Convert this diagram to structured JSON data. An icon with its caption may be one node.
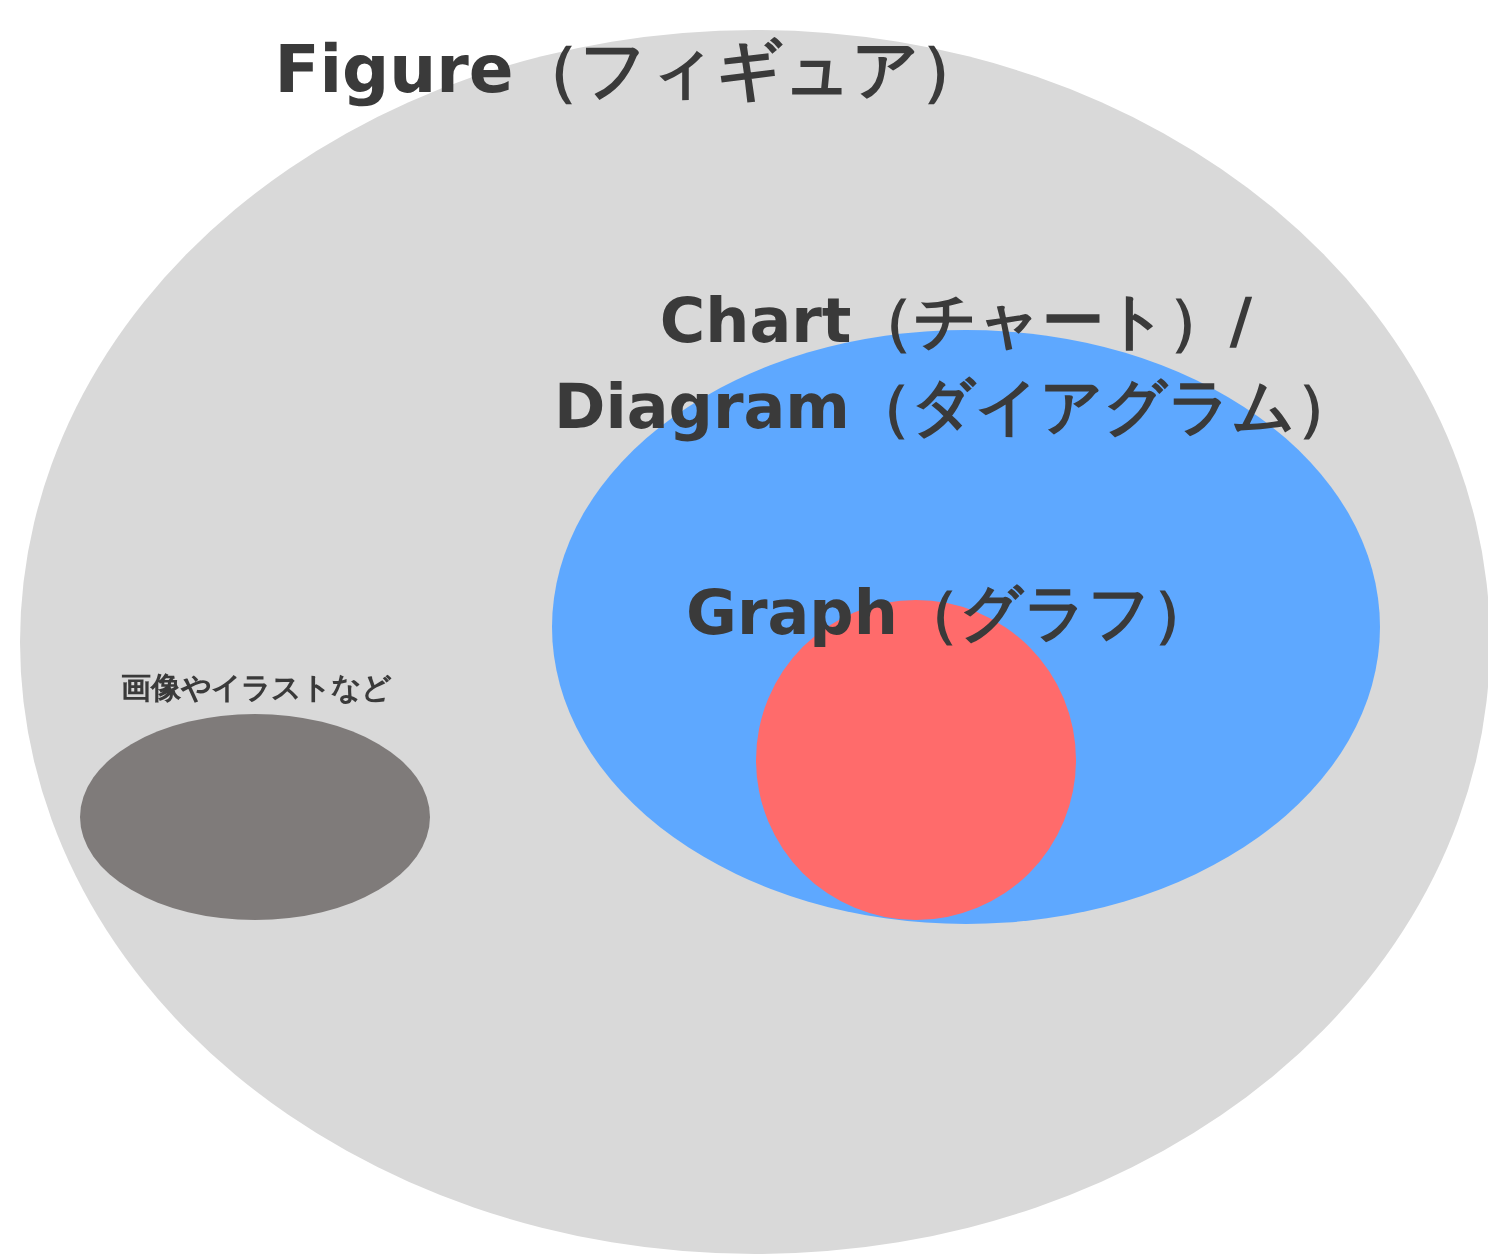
{
  "diagram": {
    "nodes": [
      {
        "text": [
          "Figure（フィギュア）"
        ]
      },
      {
        "text": [
          "Chart（チャート）/ Diagram（ダイアグラム）"
        ],
        "in": 0
      },
      {
        "text": [
          "Graph（グラフ）"
        ],
        "in": 1
      },
      {
        "text": [
          "画像やイラストなど"
        ],
        "in": 0
      }
    ],
    "edges": []
  }
}
